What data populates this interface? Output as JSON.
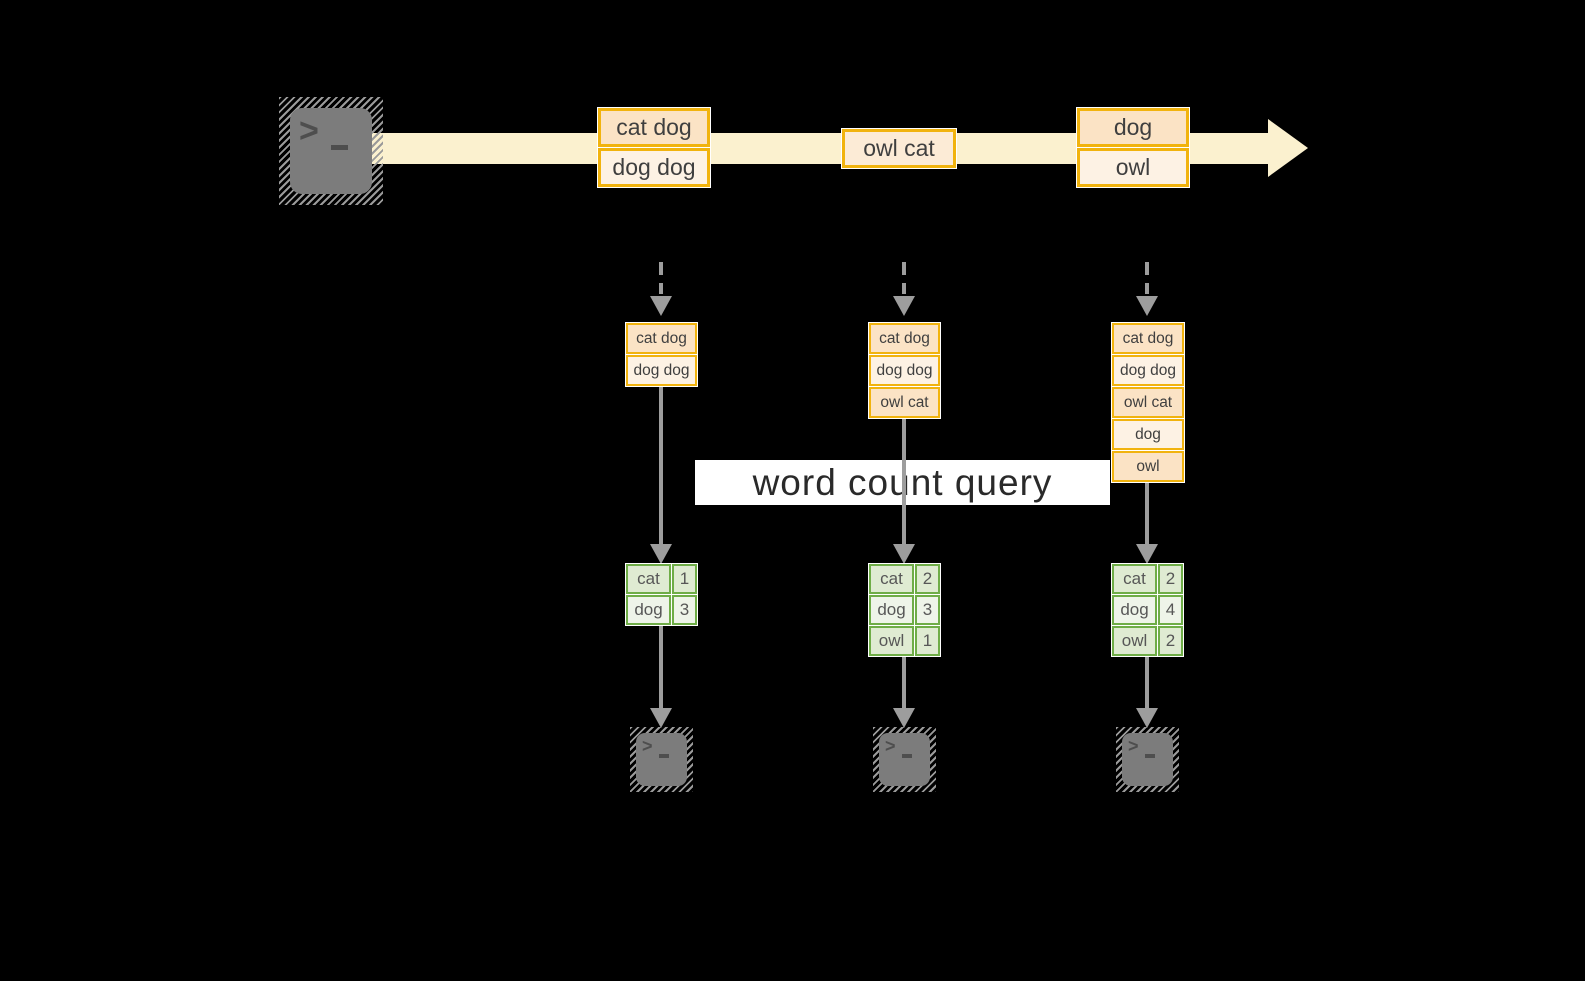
{
  "colors": {
    "background": "#000000",
    "stream": "#FBF1CF",
    "event_border": "#F1B30E",
    "event_fill_dark": "#FBE3C5",
    "event_fill_light": "#FDF2E4",
    "event_fill_mid": "#FCEBD6",
    "table_border": "#6FAD47",
    "table_fill_dark": "#DFEBD2",
    "table_fill_light": "#EEF4E9",
    "arrow_gray": "#9D9D9D",
    "terminal_gray": "#7C7C7C"
  },
  "terminal_prompt": ">",
  "stream": {
    "events": [
      {
        "rows": [
          "cat dog",
          "dog dog"
        ]
      },
      {
        "rows": [
          "owl cat"
        ]
      },
      {
        "rows": [
          "dog",
          "owl"
        ]
      }
    ]
  },
  "query": {
    "label": "word count query"
  },
  "columns": [
    {
      "snapshot": [
        "cat dog",
        "dog dog"
      ],
      "counts": [
        [
          "cat",
          "1"
        ],
        [
          "dog",
          "3"
        ]
      ]
    },
    {
      "snapshot": [
        "cat dog",
        "dog dog",
        "owl cat"
      ],
      "counts": [
        [
          "cat",
          "2"
        ],
        [
          "dog",
          "3"
        ],
        [
          "owl",
          "1"
        ]
      ]
    },
    {
      "snapshot": [
        "cat dog",
        "dog dog",
        "owl cat",
        "dog",
        "owl"
      ],
      "counts": [
        [
          "cat",
          "2"
        ],
        [
          "dog",
          "4"
        ],
        [
          "owl",
          "2"
        ]
      ]
    }
  ]
}
